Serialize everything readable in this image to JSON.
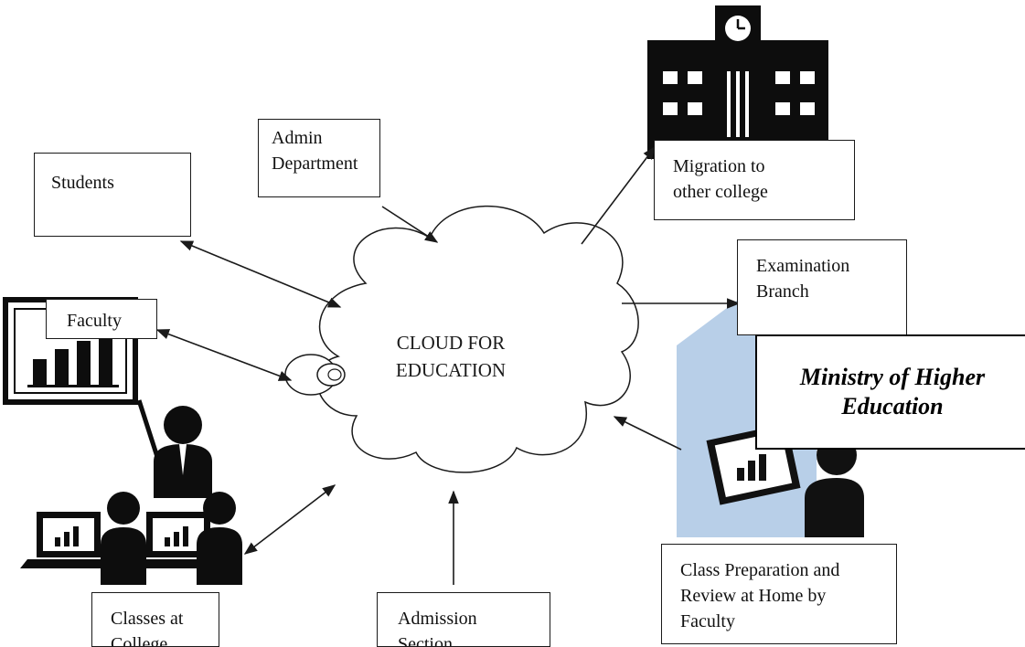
{
  "nodes": {
    "admin": [
      "Admin",
      "Department"
    ],
    "students": [
      "Students"
    ],
    "faculty": [
      "Faculty"
    ],
    "migration": [
      "Migration to",
      "other college"
    ],
    "examination": [
      "Examination",
      "Branch"
    ],
    "classes": [
      "Classes at",
      "College"
    ],
    "admission": [
      "Admission",
      "Section"
    ],
    "class_prep": [
      "Class Preparation and",
      "Review at Home by",
      "Faculty"
    ]
  },
  "cloud": {
    "line1": "CLOUD FOR",
    "line2": "EDUCATION"
  },
  "ministry": {
    "line1": "Ministry of Higher",
    "line2": "Education"
  },
  "icons": [
    "school-building-icon",
    "classroom-presenter-icon",
    "laptop-students-icon",
    "home-study-icon"
  ],
  "colors": {
    "stroke": "#1a1a1a",
    "house_fill": "#b8cfe8",
    "icon_black": "#0d0d0d"
  }
}
